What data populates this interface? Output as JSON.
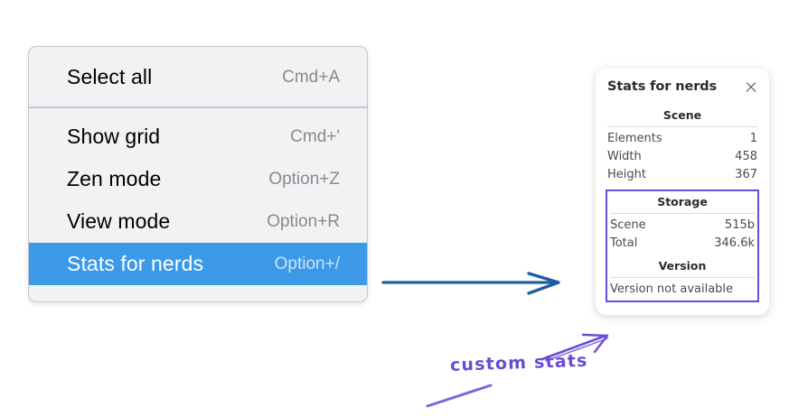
{
  "menu": {
    "groups": [
      {
        "items": [
          {
            "label": "Select all",
            "shortcut": "Cmd+A",
            "selected": false
          }
        ]
      },
      {
        "items": [
          {
            "label": "Show grid",
            "shortcut": "Cmd+'",
            "selected": false
          },
          {
            "label": "Zen mode",
            "shortcut": "Option+Z",
            "selected": false
          },
          {
            "label": "View mode",
            "shortcut": "Option+R",
            "selected": false
          },
          {
            "label": "Stats for nerds",
            "shortcut": "Option+/",
            "selected": true
          }
        ]
      }
    ],
    "highlight_color": "#3b99e8"
  },
  "stats_panel": {
    "title": "Stats for nerds",
    "close_icon": "close-icon",
    "scene": {
      "heading": "Scene",
      "rows": [
        {
          "key": "Elements",
          "value": "1"
        },
        {
          "key": "Width",
          "value": "458"
        },
        {
          "key": "Height",
          "value": "367"
        }
      ]
    },
    "custom": {
      "border_color": "#6a4bd4",
      "storage": {
        "heading": "Storage",
        "rows": [
          {
            "key": "Scene",
            "value": "515b"
          },
          {
            "key": "Total",
            "value": "346.6k"
          }
        ]
      },
      "version": {
        "heading": "Version",
        "note": "Version not available"
      }
    }
  },
  "annotations": {
    "flow_arrow_color": "#1f5fa0",
    "note_text": "custom stats",
    "note_color": "#6a4bd4"
  }
}
